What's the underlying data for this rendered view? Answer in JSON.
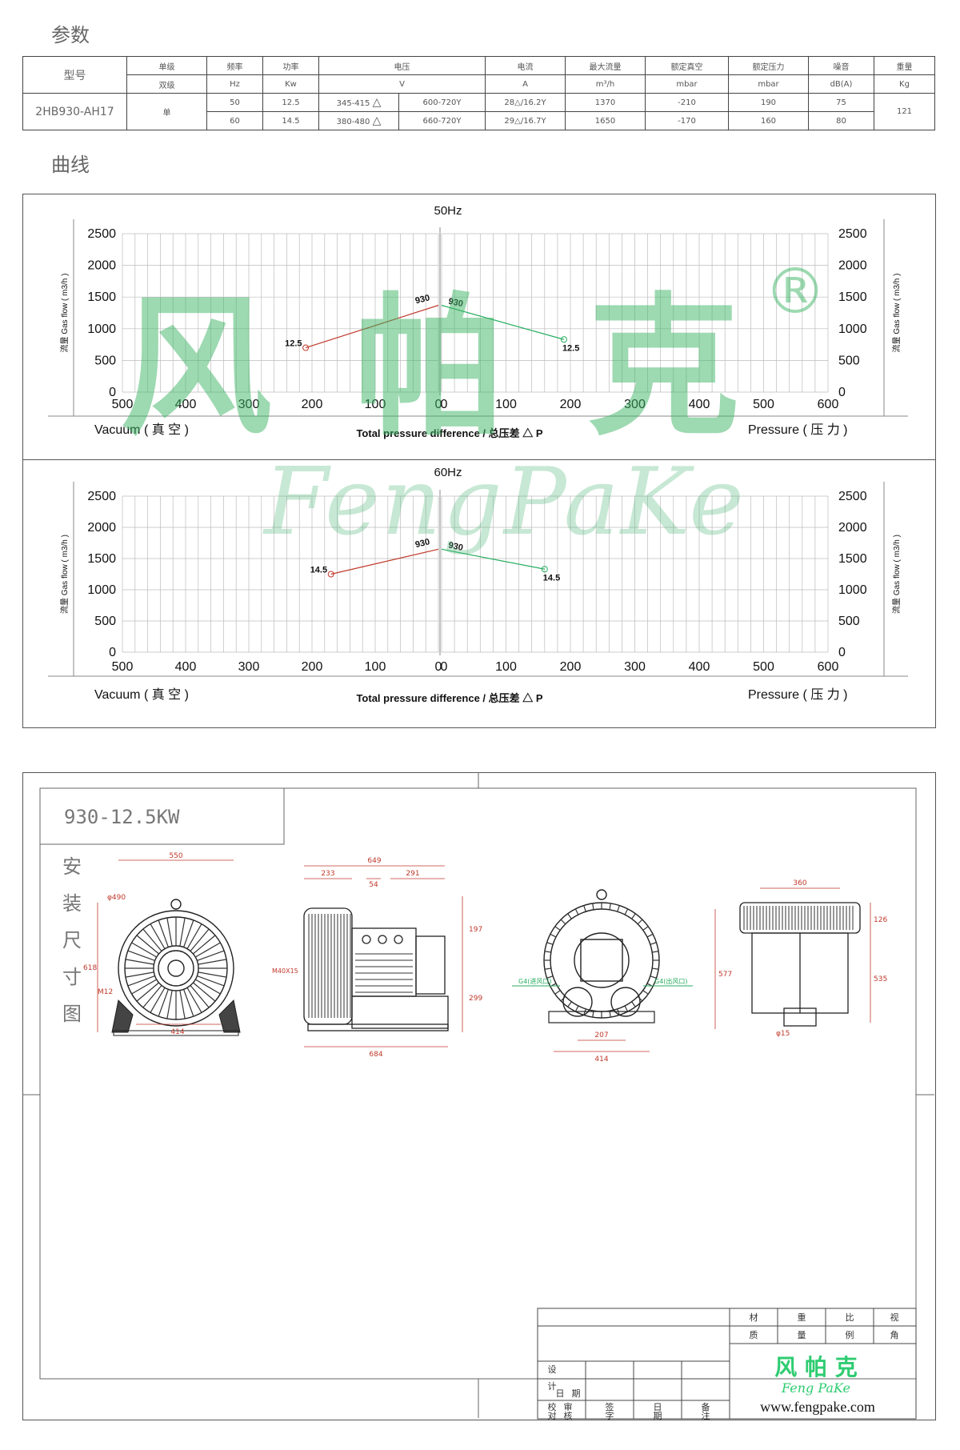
{
  "sections": {
    "params_title": "参数",
    "curve_title": "曲线"
  },
  "spec_table": {
    "model_label": "型号",
    "model": "2HB930-AH17",
    "headers": [
      "单级",
      "频率",
      "功率",
      "电压",
      "电流",
      "最大流量",
      "额定真空",
      "额定压力",
      "噪音",
      "重量"
    ],
    "units": [
      "双级",
      "Hz",
      "Kw",
      "V",
      "A",
      "m³/h",
      "mbar",
      "mbar",
      "dB(A)",
      "Kg"
    ],
    "stage": "单",
    "weight": "121",
    "rows": [
      {
        "hz": "50",
        "kw": "12.5",
        "v_delta": "345-415",
        "v_star": "600-720Y",
        "amp": "28△/16.2Y",
        "flow": "1370",
        "vac": "-210",
        "press": "190",
        "db": "75"
      },
      {
        "hz": "60",
        "kw": "14.5",
        "v_delta": "380-480",
        "v_star": "660-720Y",
        "amp": "29△/16.7Y",
        "flow": "1650",
        "vac": "-170",
        "press": "160",
        "db": "80"
      }
    ]
  },
  "chart_data": [
    {
      "type": "line",
      "title": "50Hz",
      "xlabel": "Total pressure difference / 总压差 △ P",
      "xlabel_left": "Vacuum ( 真 空 )",
      "xlabel_right": "Pressure ( 压 力 )",
      "ylabel": "流量 Gas flow ( m3/h )",
      "vacuum_ticks": [
        "500",
        "400",
        "300",
        "200",
        "100",
        "0"
      ],
      "pressure_ticks": [
        "0",
        "100",
        "200",
        "300",
        "400",
        "500",
        "600"
      ],
      "y_ticks": [
        "2500",
        "2000",
        "1500",
        "1000",
        "500",
        "0"
      ],
      "xlim_vacuum": [
        500,
        0
      ],
      "xlim_pressure": [
        0,
        600
      ],
      "ylim": [
        0,
        2500
      ],
      "grid": true,
      "series": [
        {
          "side": "vacuum",
          "color": "#c0392b",
          "x": [
            0,
            210
          ],
          "y": [
            1370,
            700
          ],
          "labels": [
            "930",
            "12.5"
          ]
        },
        {
          "side": "pressure",
          "color": "#27ae60",
          "x": [
            0,
            190
          ],
          "y": [
            1370,
            830
          ],
          "labels": [
            "930",
            "12.5"
          ]
        }
      ]
    },
    {
      "type": "line",
      "title": "60Hz",
      "xlabel": "Total pressure difference / 总压差 △ P",
      "xlabel_left": "Vacuum ( 真 空 )",
      "xlabel_right": "Pressure ( 压 力 )",
      "ylabel": "流量 Gas flow ( m3/h )",
      "vacuum_ticks": [
        "500",
        "400",
        "300",
        "200",
        "100",
        "0"
      ],
      "pressure_ticks": [
        "0",
        "100",
        "200",
        "300",
        "400",
        "500",
        "600"
      ],
      "y_ticks": [
        "2500",
        "2000",
        "1500",
        "1000",
        "500",
        "0"
      ],
      "xlim_vacuum": [
        500,
        0
      ],
      "xlim_pressure": [
        0,
        600
      ],
      "ylim": [
        0,
        2500
      ],
      "grid": true,
      "series": [
        {
          "side": "vacuum",
          "color": "#c0392b",
          "x": [
            0,
            170
          ],
          "y": [
            1650,
            1250
          ],
          "labels": [
            "930",
            "14.5"
          ]
        },
        {
          "side": "pressure",
          "color": "#27ae60",
          "x": [
            0,
            160
          ],
          "y": [
            1650,
            1330
          ],
          "labels": [
            "930",
            "14.5"
          ]
        }
      ]
    }
  ],
  "watermark": {
    "cn": "风 帕 克",
    "en": "FengPaKe",
    "reg": "®"
  },
  "drawing": {
    "model_label": "930-12.5KW",
    "vertical_title": [
      "安",
      "装",
      "尺",
      "寸",
      "图"
    ],
    "dims_view1": {
      "width": "550",
      "dia": "φ490",
      "height": "618",
      "bolt": "M12",
      "base": "414"
    },
    "dims_view2": {
      "total": "649",
      "a": "233",
      "b": "54",
      "c": "291",
      "d": "197",
      "e": "299",
      "thread": "M40X15",
      "len": "684"
    },
    "dims_view3": {
      "port_left": "G4(进风口)",
      "port_right": "G4(出风口)",
      "h": "577",
      "a": "207",
      "b": "414"
    },
    "dims_view4": {
      "w": "360",
      "a": "126",
      "h": "535",
      "hole": "φ15"
    },
    "titleblock": {
      "cells_top": [
        "材",
        "重",
        "比",
        "视",
        "质",
        "量",
        "例",
        "角"
      ],
      "cells_left": [
        "设",
        "计",
        "校",
        "对",
        "审",
        "核",
        "日",
        "期",
        "签",
        "字",
        "日",
        "期",
        "备",
        "注"
      ],
      "brand_cn": "风 帕 克",
      "brand_en": "Feng PaKe",
      "url": "www.fengpake.com"
    }
  }
}
